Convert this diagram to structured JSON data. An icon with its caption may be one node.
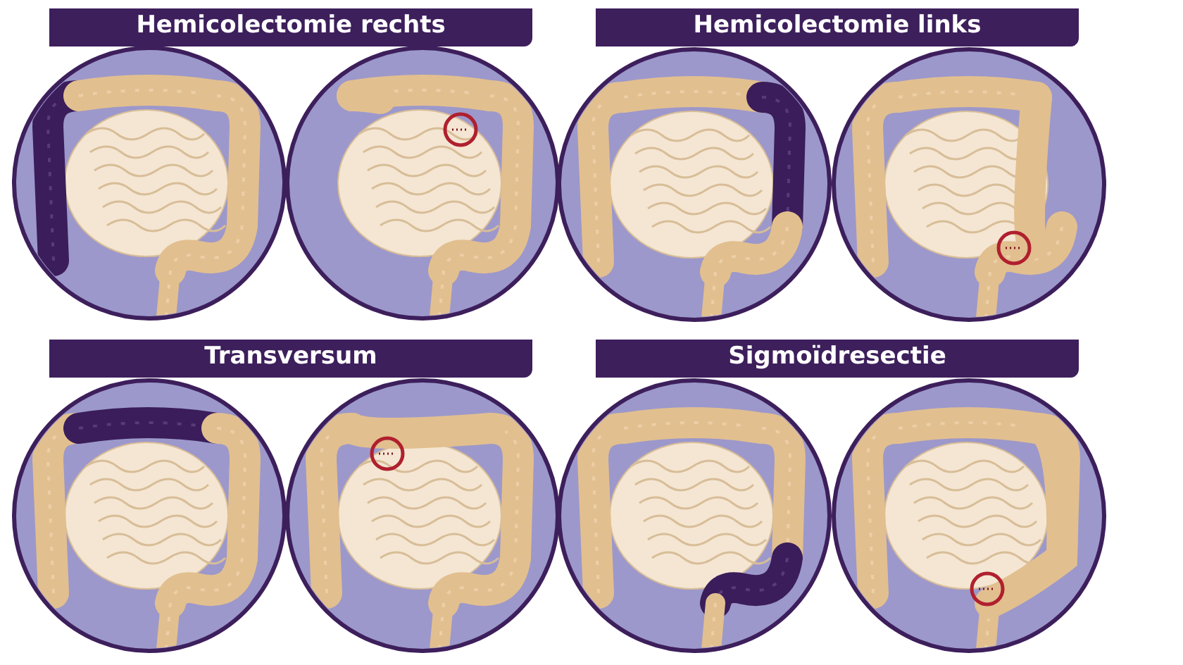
{
  "diagram": {
    "nodes": [
      {
        "text": [
          "Hemicolectomie rechts"
        ]
      },
      {
        "text": [
          "Hemicolectomie links"
        ]
      },
      {
        "text": [
          "Transversum"
        ]
      },
      {
        "text": [
          "Sigmoïdresectie"
        ]
      }
    ]
  }
}
